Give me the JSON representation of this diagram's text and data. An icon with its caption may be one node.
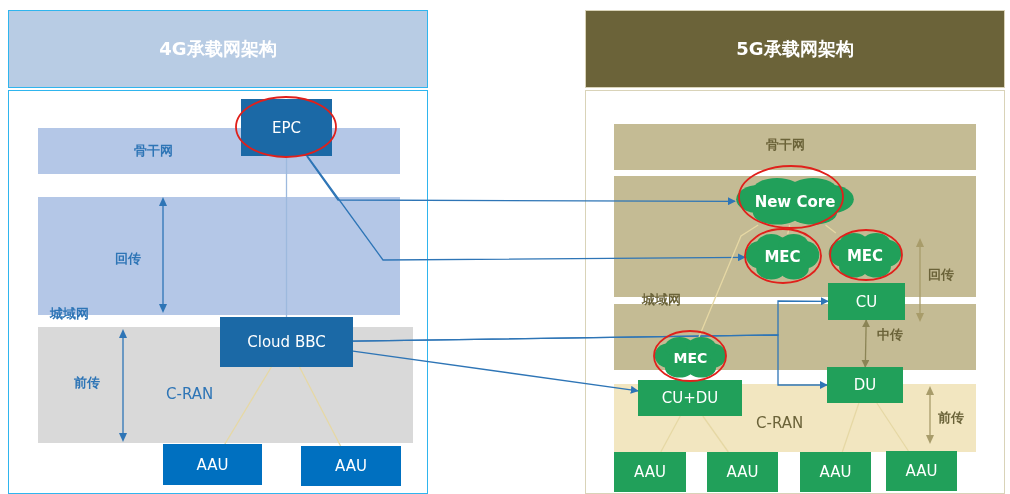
{
  "diagram": {
    "nodes": [
      {
        "text": [
          "4G承载网架构"
        ]
      },
      {
        "text": [
          "EPC"
        ]
      },
      {
        "text": [
          "Cloud BBC"
        ]
      },
      {
        "text": [
          "AAU"
        ]
      },
      {
        "text": [
          "AAU"
        ]
      },
      {
        "text": [
          "5G承载网架构"
        ]
      },
      {
        "text": [
          "New Core"
        ]
      },
      {
        "text": [
          "MEC"
        ]
      },
      {
        "text": [
          "MEC"
        ]
      },
      {
        "text": [
          "CU"
        ]
      },
      {
        "text": [
          "MEC"
        ]
      },
      {
        "text": [
          "CU+DU"
        ]
      },
      {
        "text": [
          "DU"
        ]
      },
      {
        "text": [
          "AAU"
        ]
      },
      {
        "text": [
          "AAU"
        ]
      },
      {
        "text": [
          "AAU"
        ]
      },
      {
        "text": [
          "AAU"
        ]
      }
    ],
    "edges": [
      {
        "from": 1,
        "to": 2,
        "arrow": "none",
        "color": "#9db9de"
      },
      {
        "from": 1,
        "to": 6,
        "arrow": "to",
        "color": "#2e75b6"
      },
      {
        "from": 1,
        "to": 7,
        "arrow": "to",
        "color": "#2e75b6"
      },
      {
        "from": 2,
        "to": 9,
        "arrow": "to",
        "color": "#2e75b6"
      },
      {
        "from": 2,
        "to": 12,
        "arrow": "to",
        "color": "#2e75b6"
      },
      {
        "from": 2,
        "to": 11,
        "arrow": "to",
        "color": "#2e75b6"
      },
      {
        "from": 2,
        "to": 3,
        "arrow": "none"
      },
      {
        "from": 2,
        "to": 4,
        "arrow": "none"
      },
      {
        "from": 6,
        "to": 7,
        "arrow": "none"
      },
      {
        "from": 6,
        "to": 8,
        "arrow": "none"
      },
      {
        "from": 6,
        "to": 10,
        "arrow": "none"
      },
      {
        "from": 9,
        "to": 12,
        "arrow": "both",
        "label": "中传",
        "color": "#8b8455"
      },
      {
        "from": 11,
        "to": 13,
        "arrow": "none"
      },
      {
        "from": 11,
        "to": 14,
        "arrow": "none"
      },
      {
        "from": 12,
        "to": 15,
        "arrow": "none"
      },
      {
        "from": 12,
        "to": 16,
        "arrow": "none"
      }
    ],
    "labels": [
      "骨干网",
      "回传",
      "城域网",
      "前传",
      "C-RAN",
      "骨干网",
      "回传",
      "城域网",
      "前传",
      "C-RAN"
    ]
  }
}
